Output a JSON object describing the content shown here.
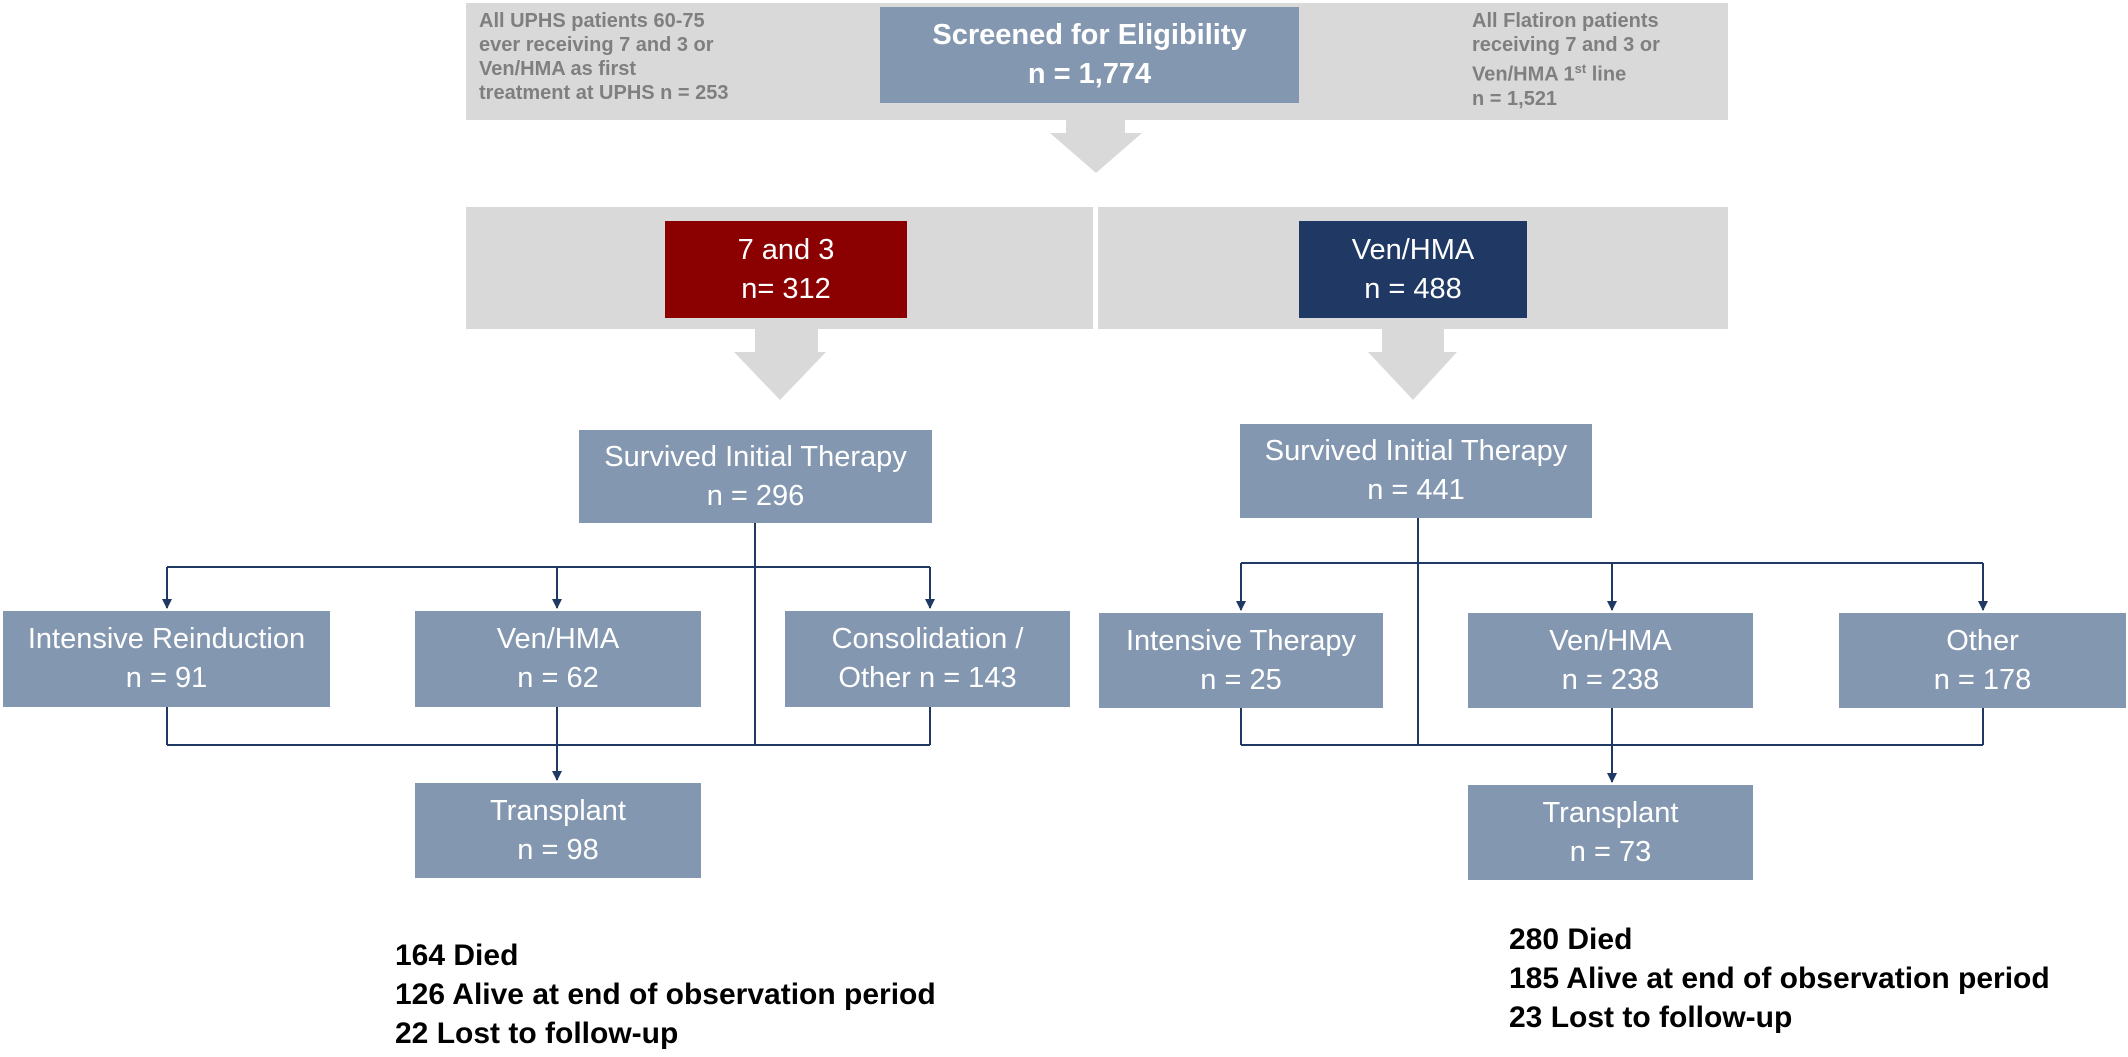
{
  "screening": {
    "title": "Screened for Eligibility",
    "count": "n = 1,774",
    "left_note": [
      "All UPHS patients 60-75",
      "ever receiving 7 and 3 or",
      "Ven/HMA  as first",
      "treatment at UPHS n = 253"
    ],
    "right_note_line1": "All Flatiron patients",
    "right_note_line2": "receiving 7 and 3 or",
    "right_note_line3_base": "Ven/HMA 1",
    "right_note_line3_sup": "st",
    "right_note_line3_tail": " line",
    "right_note_line4": "n = 1,521"
  },
  "arms": {
    "left": {
      "label": "7 and 3",
      "count": "n= 312",
      "color": "#8b0000",
      "survived": "Survived Initial Therapy\nn = 296",
      "branches": [
        "Intensive Reinduction\nn = 91",
        "Ven/HMA\nn = 62",
        "Consolidation /\nOther n = 143"
      ],
      "transplant": "Transplant\nn = 98",
      "outcomes": [
        "164 Died",
        "126 Alive at end of observation period",
        "22 Lost to follow-up"
      ]
    },
    "right": {
      "label": "Ven/HMA",
      "count": "n = 488",
      "color": "#1f3864",
      "survived": "Survived Initial Therapy\nn = 441",
      "branches": [
        "Intensive Therapy\nn = 25",
        "Ven/HMA\nn = 238",
        "Other\nn = 178"
      ],
      "transplant": "Transplant\nn = 73",
      "outcomes": [
        "280 Died",
        "185 Alive at end of observation period",
        "23 Lost to follow-up"
      ]
    }
  },
  "colors": {
    "gray_band": "#d9d9d9",
    "steel_box": "#8497b0",
    "screen_box": "#8497b0",
    "connector": "#1f3864",
    "note_text": "#7f7f7f"
  }
}
